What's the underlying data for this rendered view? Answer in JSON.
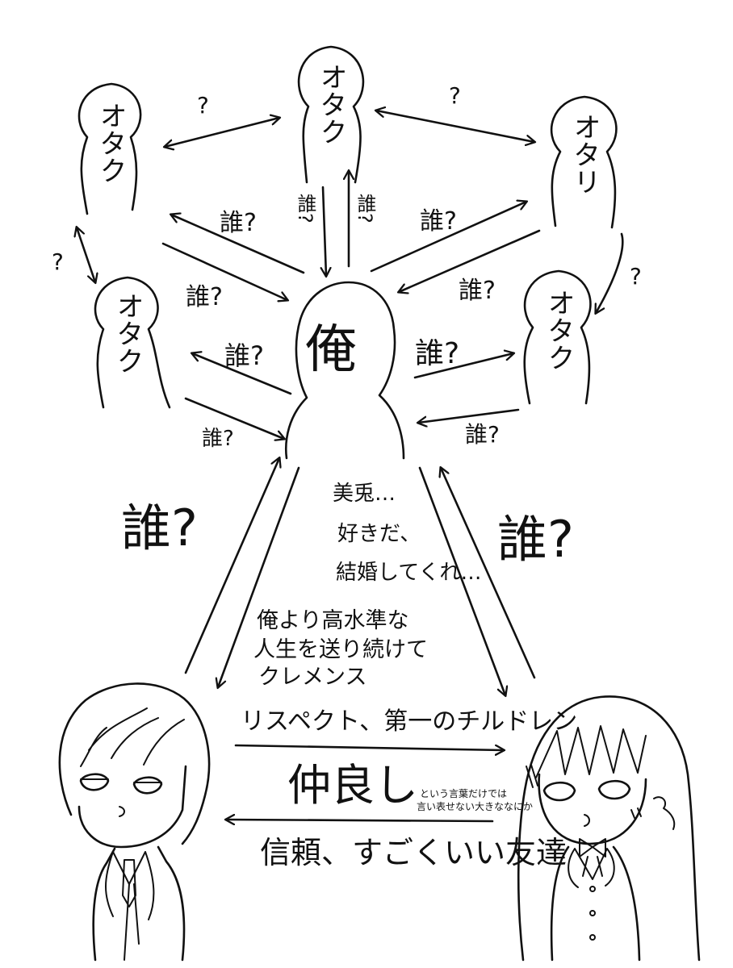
{
  "nodes": {
    "otaku_top": "オタク",
    "otaku_upper_left": "オタク",
    "otaku_upper_right": "オタリ",
    "otaku_mid_left": "オタク",
    "otaku_mid_right": "オタク",
    "ore": "俺"
  },
  "question_marks": {
    "top_left_pair": "?",
    "top_right_pair": "?",
    "left_vertical": "?",
    "right_vertical": "?"
  },
  "who_labels": {
    "upper_left_to_ore": "誰?",
    "top_down": "誰?",
    "top_up": "誰?",
    "upper_right_out": "誰?",
    "upper_right_in": "誰?",
    "upper_left_in": "誰?",
    "mid_left_out": "誰?",
    "mid_right_out": "誰?",
    "mid_left_in": "誰?",
    "mid_right_in": "誰?",
    "big_left": "誰?",
    "big_right": "誰?"
  },
  "messages": {
    "ore_to_girl": [
      "美兎…",
      "好きだ、",
      "結婚してくれ…"
    ],
    "ore_to_boy": [
      "俺より高水準な",
      "人生を送り続けて",
      "クレメンス"
    ],
    "boy_to_girl": "リスペクト、第一のチルドレン",
    "center": "仲良し",
    "center_note": [
      "という言葉だけでは",
      "言い表せない大きななにか"
    ],
    "girl_to_boy": "信頼、すごくいい友達"
  },
  "colors": {
    "ink": "#111111",
    "paper": "#ffffff"
  }
}
